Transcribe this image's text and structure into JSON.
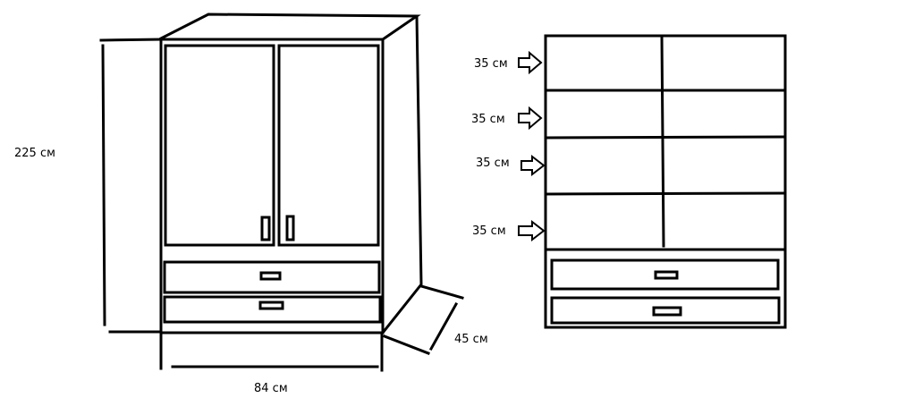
{
  "perspective_view": {
    "height_label": "225 см",
    "width_label": "84 см",
    "depth_label": "45 см"
  },
  "interior_view": {
    "shelf_labels": [
      "35 см",
      "35 см",
      "35 см",
      "35 см"
    ]
  }
}
